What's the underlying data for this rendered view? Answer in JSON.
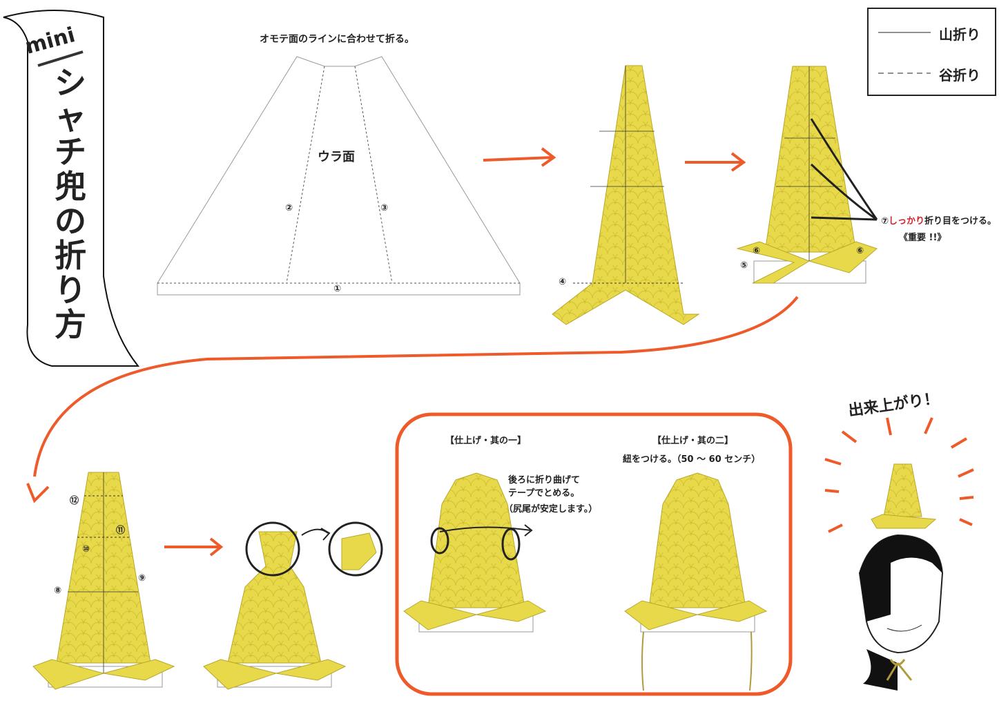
{
  "title": {
    "mini": "mini",
    "main": "シャチ兜の折り方"
  },
  "legend": {
    "mountain": "山折り",
    "valley": "谷折り"
  },
  "step1": {
    "instruction": "オモテ面のラインに合わせて折る。",
    "back_label": "ウラ面",
    "n1": "①",
    "n2": "②",
    "n3": "③"
  },
  "step2": {
    "n4": "④"
  },
  "step3": {
    "n5": "⑤",
    "n6a": "⑥",
    "n6b": "⑥",
    "n7": "⑦",
    "note_red": "しっかり",
    "note_rest": "折り目をつける。",
    "important": "《重要 !!》"
  },
  "step4": {
    "n8": "⑧",
    "n9": "⑨",
    "n10": "⑩",
    "n11": "⑪",
    "n12": "⑫"
  },
  "finish1": {
    "heading": "【仕上げ・其の一】",
    "line1": "後ろに折り曲げて",
    "line2": "テープでとめる。",
    "line3": "（尻尾が安定します。）"
  },
  "finish2": {
    "heading": "【仕上げ・其の二】",
    "note": "紐をつける。（50 ～ 60 センチ）"
  },
  "done": {
    "label": "出来上がり！"
  },
  "colors": {
    "yellow": "#e8d94a",
    "accent": "#ee5a2a",
    "red": "#d2232a"
  }
}
